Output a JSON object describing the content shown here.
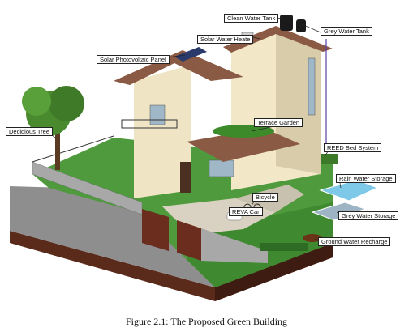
{
  "figure": {
    "caption": "Figure 2.1: The Proposed Green Building",
    "labels": {
      "clean_water_tank": "Clean Water Tank",
      "grey_water_tank": "Grey Water Tank",
      "solar_water_heater": "Solar Water Heate",
      "solar_pv_panel": "Solar Photovoltaic Panel",
      "deciduous_tree": "Decidious Tree",
      "terrace_garden": "Terrace Garden",
      "reed_bed_system": "REED Bed System",
      "rain_water_storage": "Rain Water Storage",
      "bicycle": "Bicycle",
      "reva_car": "REVA Car",
      "grey_water_storage": "Grey Water Storage",
      "ground_water_recharge": "Ground Water Recharge"
    }
  },
  "colors": {
    "background": "#ffffff",
    "lawn": "#4f9a3c",
    "lawn_dark": "#2e6b25",
    "wall_cream": "#efe4c3",
    "roof": "#8a5a44",
    "soil": "#5a2a1a",
    "gravel": "#8e8e8e",
    "fence_stone": "#a8a8a8",
    "gate": "#6b2d1e"
  }
}
